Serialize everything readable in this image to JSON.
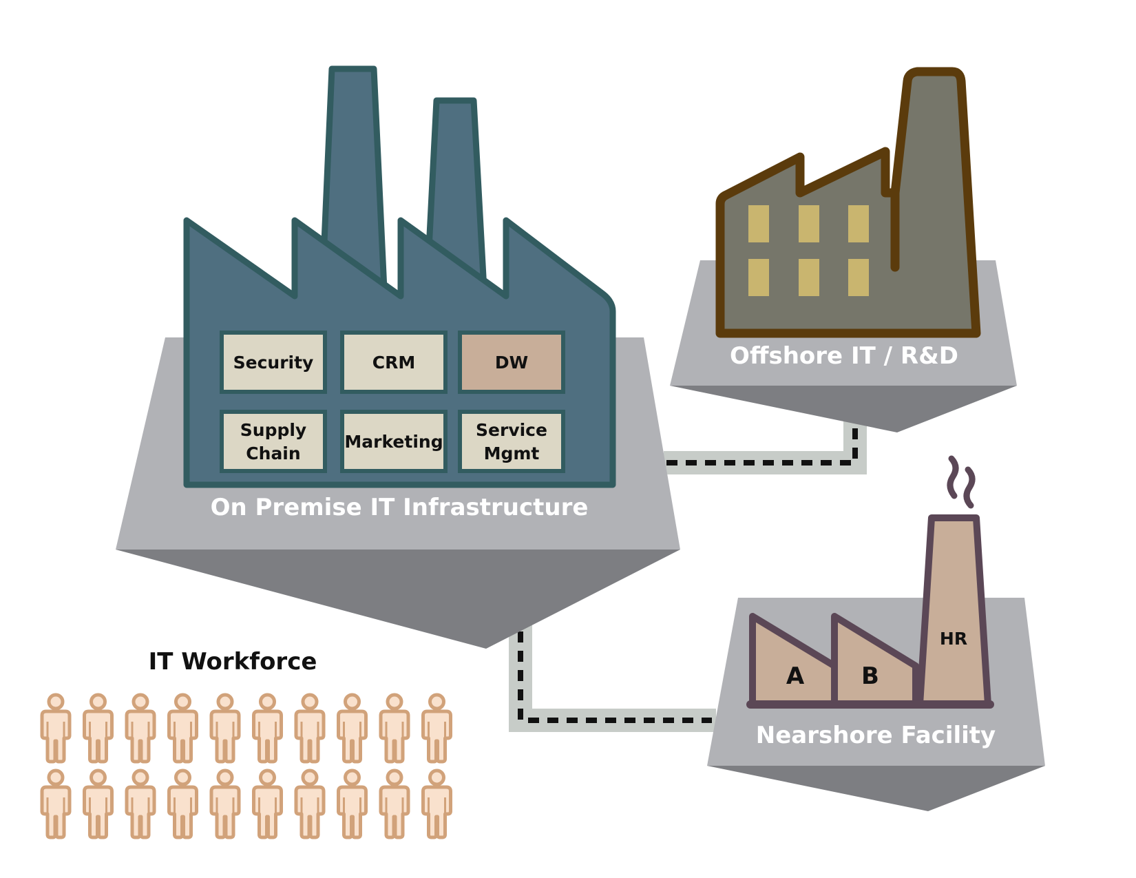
{
  "on_premise": {
    "label": "On Premise IT Infrastructure",
    "modules": [
      {
        "lines": [
          "Security"
        ],
        "color": "#dcd7c5"
      },
      {
        "lines": [
          "CRM"
        ],
        "color": "#dcd7c5"
      },
      {
        "lines": [
          "DW"
        ],
        "color": "#c8ae99"
      },
      {
        "lines": [
          "Supply",
          "Chain"
        ],
        "color": "#dcd7c5"
      },
      {
        "lines": [
          "Marketing"
        ],
        "color": "#dcd7c5"
      },
      {
        "lines": [
          "Service",
          "Mgmt"
        ],
        "color": "#dcd7c5"
      }
    ]
  },
  "offshore": {
    "label": "Offshore IT / R&D"
  },
  "nearshore": {
    "label": "Nearshore Facility",
    "sections": [
      "A",
      "B"
    ],
    "stack_label": "HR"
  },
  "workforce": {
    "title": "IT Workforce",
    "rows": 2,
    "per_row": 10
  },
  "colors": {
    "platform_top": "#b1b2b6",
    "platform_shadow": "#7d7e82",
    "connector": "#c7ccc8",
    "factory_fill": "#4f6f80",
    "factory_stroke": "#325c60",
    "offshore_fill": "#76766a",
    "offshore_stroke": "#5b3b0c",
    "offshore_window": "#c9b56f",
    "nearshore_fill": "#c8ae99",
    "nearshore_stroke": "#5b4756",
    "person_fill": "#f9e1cd",
    "person_stroke": "#d1a27a"
  }
}
